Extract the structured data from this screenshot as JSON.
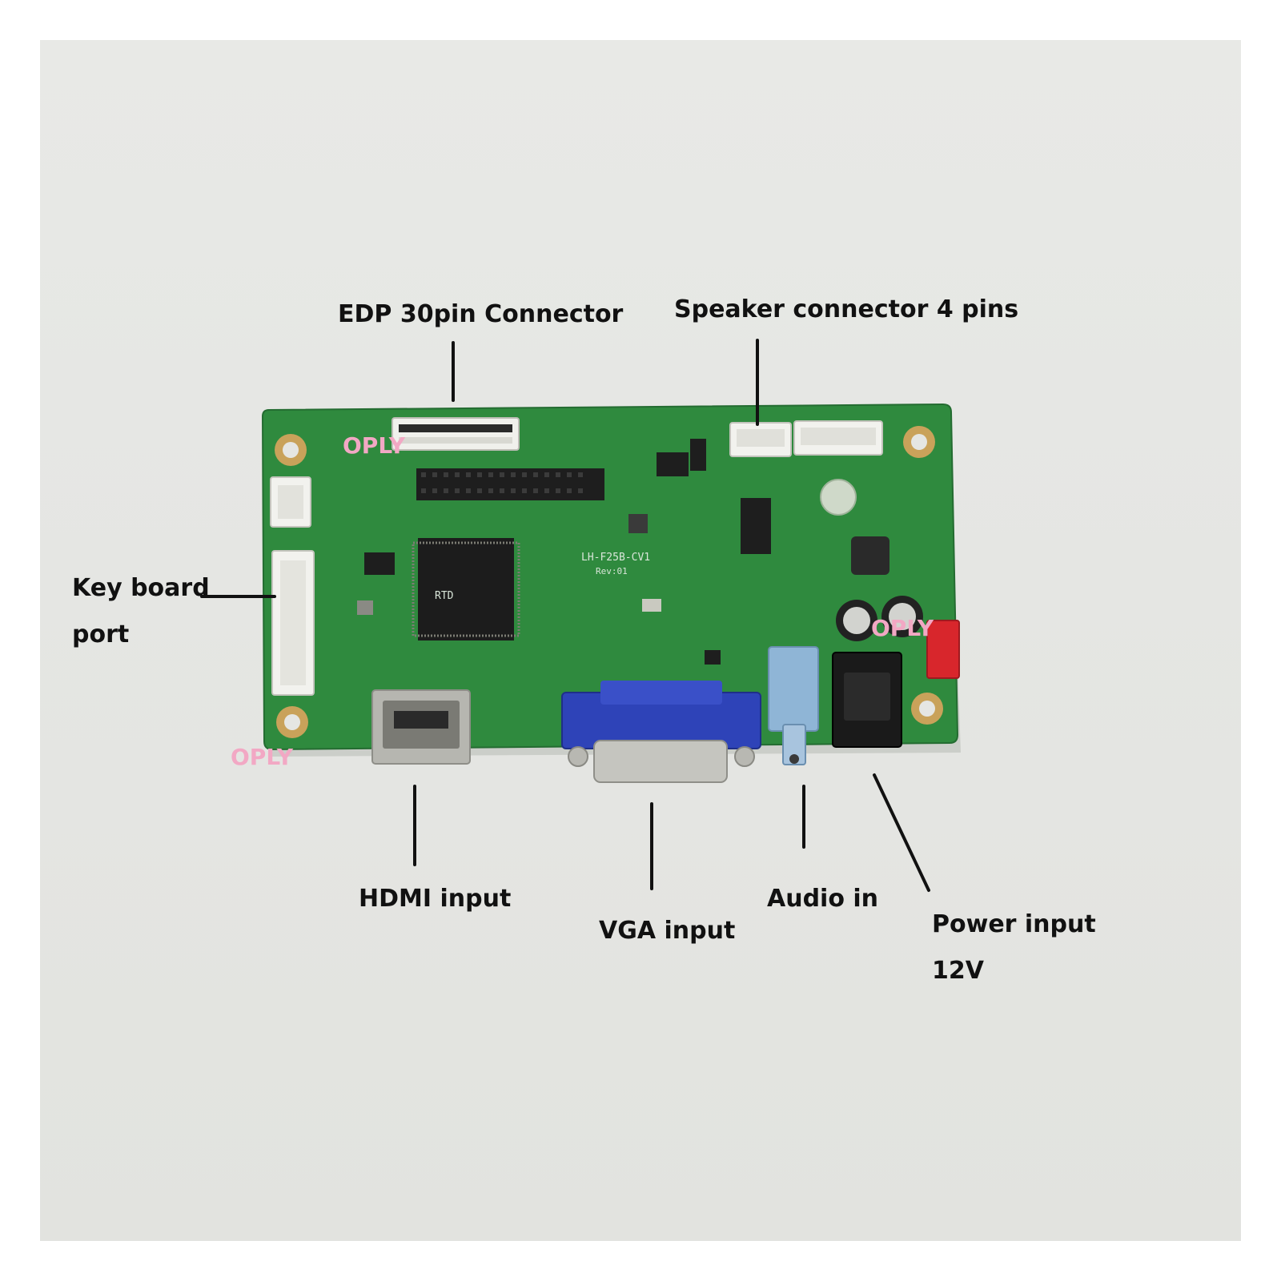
{
  "labels": {
    "edp": "EDP 30pin Connector",
    "speaker": "Speaker connector 4 pins",
    "keyboard_line1": "Key board",
    "keyboard_line2": "port",
    "hdmi": "HDMI input",
    "vga": "VGA input",
    "audio": "Audio in",
    "power_line1": "Power input",
    "power_line2": "12V"
  },
  "watermarks": {
    "top": "OPLY",
    "right": "OPLY",
    "bottom": "OPLY"
  },
  "board": {
    "model": "LH-F25B-CV1",
    "revision": "Rev:01",
    "chip": "RTD"
  },
  "colors": {
    "background": "#e5e6e3",
    "pcb": "#2f8a3e",
    "vga_port": "#2e43b8",
    "audio_jack": "#8fb5d6",
    "power_connector": "#d8262c",
    "label_text": "#111111",
    "watermark": "#f2a8c4"
  }
}
